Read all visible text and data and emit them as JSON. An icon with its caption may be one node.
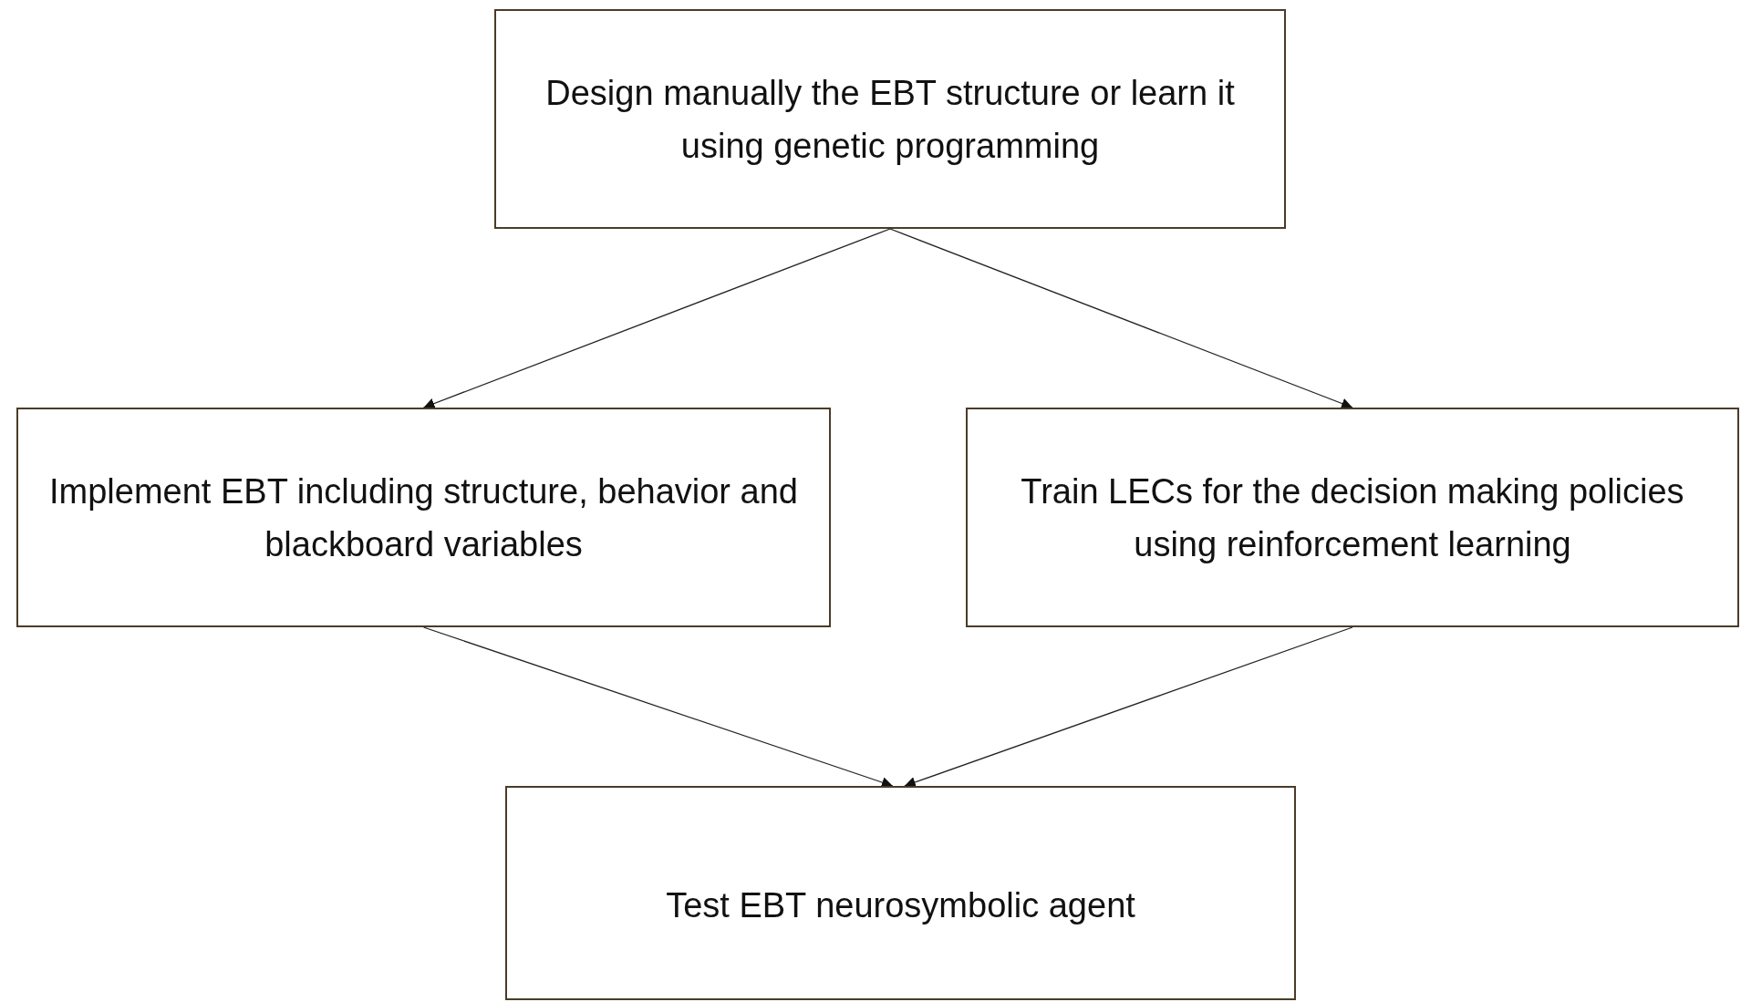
{
  "diagram": {
    "nodes": [
      {
        "text": [
          "Design manually the EBT structure or learn it using genetic programming"
        ]
      },
      {
        "text": [
          "Implement EBT including structure, behavior and blackboard variables"
        ]
      },
      {
        "text": [
          "Train LECs for the decision making policies using reinforcement learning"
        ]
      },
      {
        "text": [
          "Test EBT neurosymbolic agent"
        ]
      }
    ],
    "edges": [
      {
        "from": 0,
        "to": 1,
        "arrow": "to"
      },
      {
        "from": 0,
        "to": 2,
        "arrow": "to"
      },
      {
        "from": 1,
        "to": 3,
        "arrow": "to"
      },
      {
        "from": 2,
        "to": 3,
        "arrow": "to"
      }
    ]
  }
}
